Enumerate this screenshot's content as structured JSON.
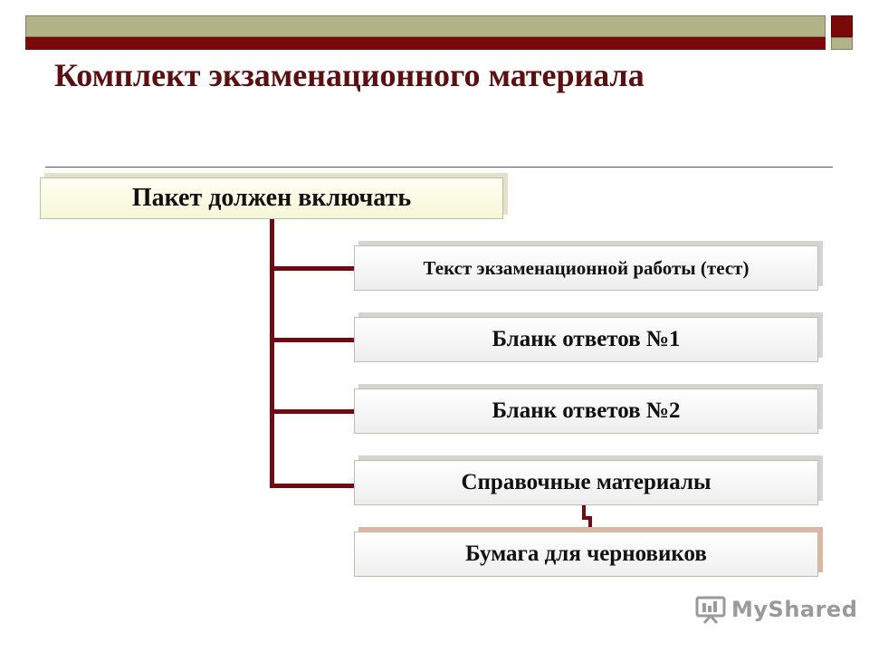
{
  "title": "Комплект экзаменационного материала",
  "root": {
    "label": "Пакет должен включать"
  },
  "items": [
    {
      "label": "Текст экзаменационной работы (тест)"
    },
    {
      "label": "Бланк ответов №1"
    },
    {
      "label": "Бланк ответов №2"
    },
    {
      "label": "Справочные материалы"
    },
    {
      "label": "Бумага для черновиков"
    }
  ],
  "watermark": {
    "text": "MyShared",
    "icon": "projector-screen-icon"
  },
  "colors": {
    "accent": "#6e0c12",
    "olive": "#b3b38a",
    "title": "#5a1010"
  }
}
